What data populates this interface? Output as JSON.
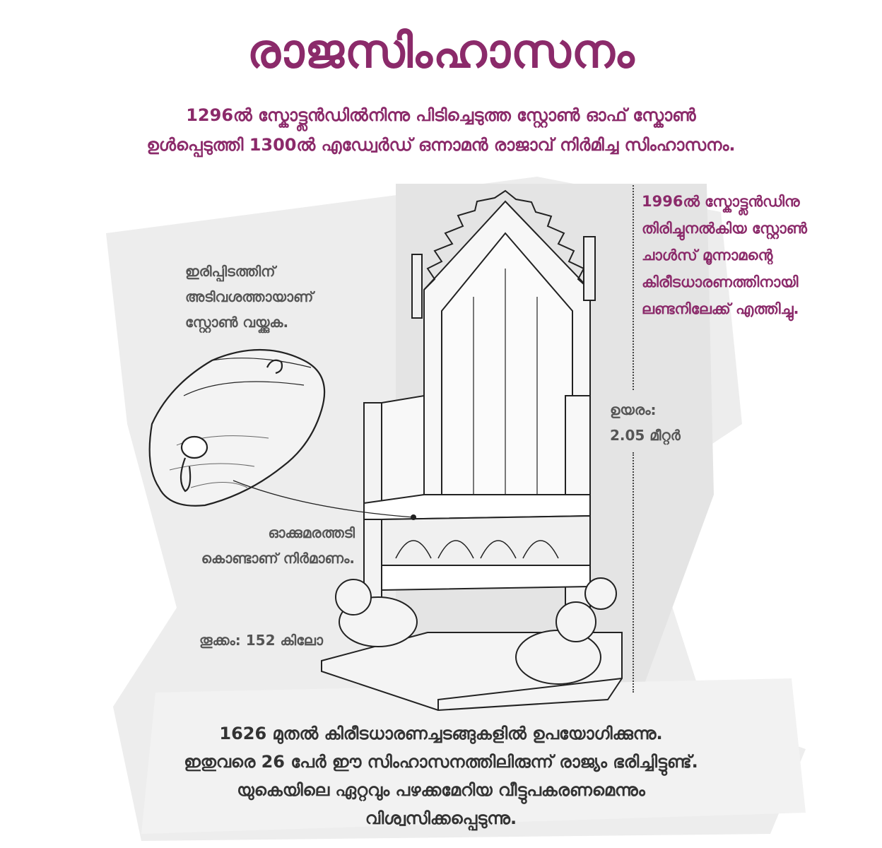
{
  "title": "രാജസിംഹാസനം",
  "subtitle": {
    "line1": "1296ൽ സ്കോട്ട്ലൻഡിൽനിന്നു പിടിച്ചെടുത്ത സ്റ്റോൺ ഓഫ് സ്കോൺ",
    "line2": "ഉൾപ്പെടുത്തി 1300ൽ എഡ്വേർഡ് ഒന്നാമൻ രാജാവ് നിർമിച്ച സിംഹാസനം."
  },
  "annotations": {
    "stone_position": [
      "ഇരിപ്പിടത്തിന്",
      "അടിവശത്തായാണ്",
      "സ്റ്റോൺ വയ്ക്കുക."
    ],
    "returned": [
      "1996ൽ സ്കോട്ട്ലൻഡിനു",
      "തിരിച്ചുനൽകിയ സ്റ്റോൺ",
      "ചാൾസ് മൂന്നാമന്റെ",
      "കിരീടധാരണത്തിനായി",
      "ലണ്ടനിലേക്ക് എത്തിച്ചു."
    ],
    "height": [
      "ഉയരം:",
      "2.05 മീറ്റർ"
    ],
    "material": [
      "ഓക്കുമരത്തടി",
      "കൊണ്ടാണ് നിർമാണം."
    ],
    "weight": "തൂക്കം: 152 കിലോ"
  },
  "footer": {
    "line1": "1626 മുതൽ കിരീടധാരണച്ചടങ്ങുകളിൽ ഉപയോഗിക്കുന്നു.",
    "line2": "ഇതുവരെ 26 പേർ ഈ സിംഹാസനത്തിലിരുന്ന് രാജ്യം ഭരിച്ചിട്ടുണ്ട്.",
    "line3": "യുകെയിലെ ഏറ്റവും പഴക്കമേറിയ വീട്ടുപകരണമെന്നും",
    "line4": "വിശ്വസിക്കപ്പെടുന്നു."
  },
  "colors": {
    "accent": "#8b2a6a",
    "annotation_text": "#555555",
    "footer_text": "#333333"
  },
  "illustrations": [
    "coronation-chair-drawing",
    "stone-of-scone-drawing"
  ]
}
